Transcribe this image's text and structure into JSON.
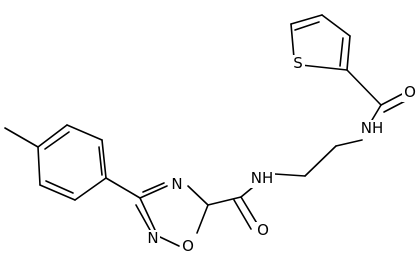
{
  "molecule": {
    "atoms": {
      "thiophene_s": "S",
      "ketone_o": "O",
      "amide_nh_top": "NH",
      "amide_nh_bottom": "NH",
      "oxadiazole_n_top": "N",
      "oxadiazole_n_bottom": "N",
      "oxadiazole_o": "O",
      "amide_o_bottom": "O"
    },
    "colors": {
      "bond": "#000000",
      "label": "#000000",
      "background": "#ffffff"
    }
  }
}
